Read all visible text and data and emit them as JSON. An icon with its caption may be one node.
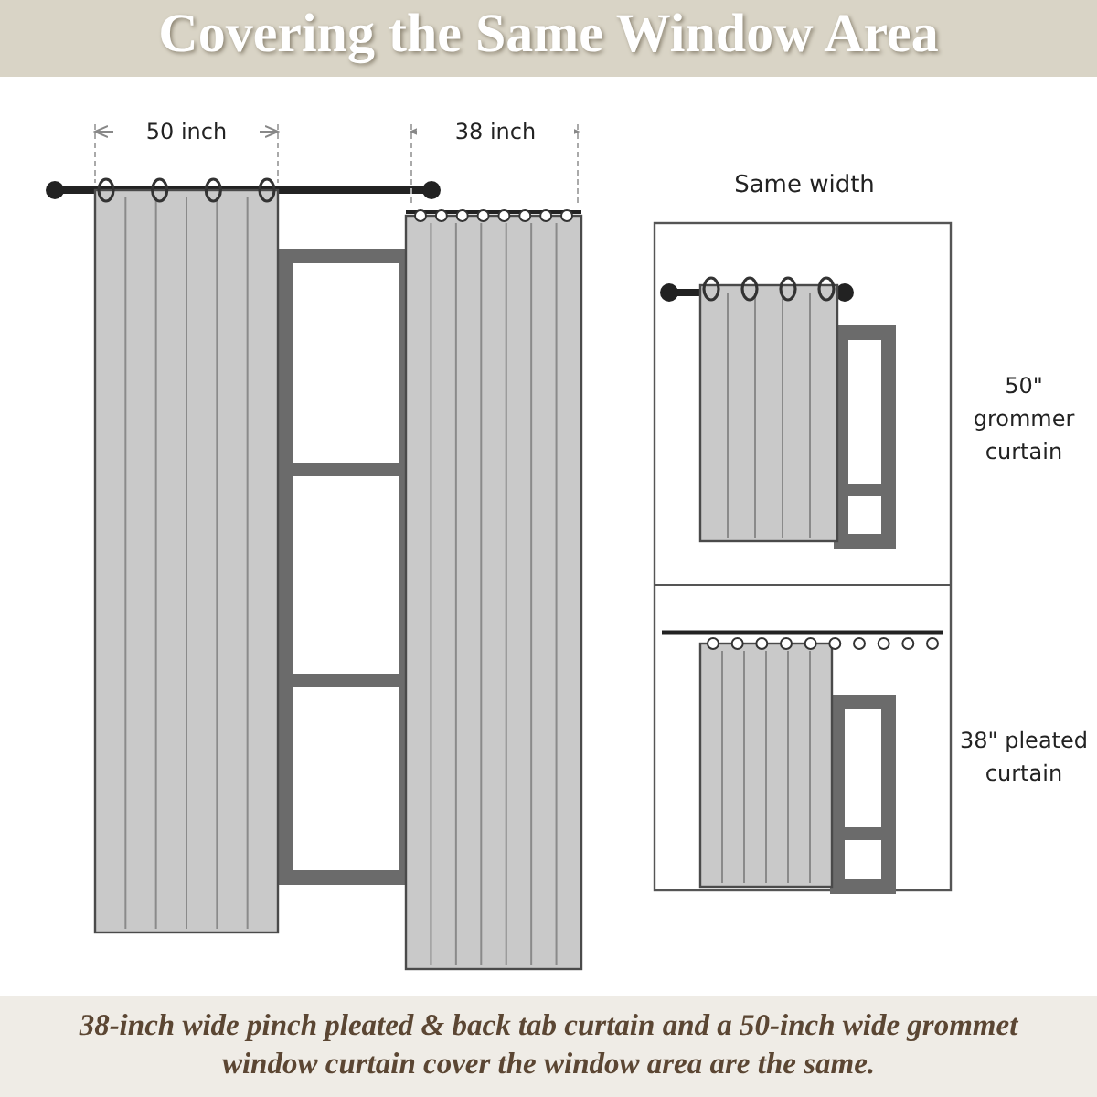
{
  "diagram": {
    "title": "Covering the Same Window Area",
    "caption": "38-inch wide pinch pleated & back tab curtain and a 50-inch wide grommet window curtain cover the window area are the same.",
    "labels": [
      "50 inch",
      "38 inch",
      "Same width",
      "50\" grommer curtain",
      "38\" pleated curtain"
    ]
  }
}
